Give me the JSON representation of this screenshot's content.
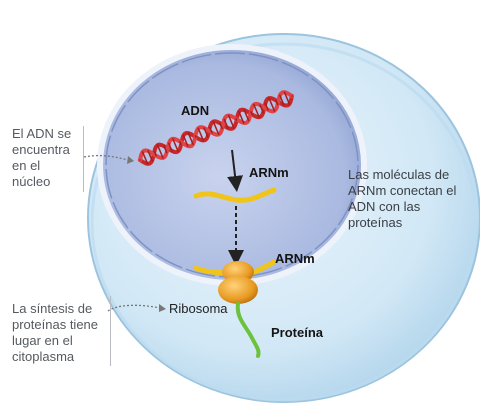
{
  "labels": {
    "adn": "ADN",
    "arnm_nucleus": "ARNm",
    "arnm_ribosome": "ARNm",
    "ribosome": "Ribosoma",
    "protein": "Proteína"
  },
  "annotations": {
    "nucleus_note": "El ADN se encuentra en el núcleo",
    "cytoplasm_note": "La síntesis de proteínas tiene lugar en el citoplasma",
    "mrna_note": "Las moléculas de ARNm conectan el ADN con las proteínas"
  },
  "colors": {
    "cell_fill": "#cfe6f5",
    "nucleus_fill": "#b4c3e6",
    "dna": "#c8282a",
    "mrna": "#f0c419",
    "ribosome": "#e9a02a",
    "protein": "#6cc23c"
  }
}
